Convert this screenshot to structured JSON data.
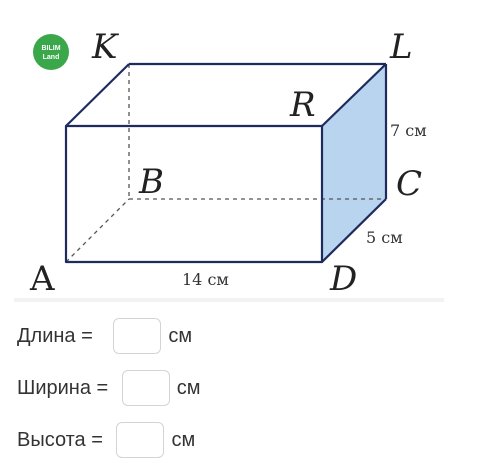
{
  "badge": {
    "line1": "BILIM",
    "line2": "Land"
  },
  "figure": {
    "vertices": {
      "K": "K",
      "L": "L",
      "R": "R",
      "B": "B",
      "C": "C",
      "A": "A",
      "D": "D"
    },
    "dimensions": {
      "length": "14 см",
      "width": "5 см",
      "height": "7 см"
    },
    "colors": {
      "edge": "#1e2b5e",
      "side_face": "#b8d4ef",
      "badge": "#3aa84a"
    }
  },
  "form": {
    "length_label": "Длина = ",
    "width_label": "Ширина = ",
    "height_label": "Высота = ",
    "unit": "см",
    "length_value": "",
    "width_value": "",
    "height_value": ""
  }
}
